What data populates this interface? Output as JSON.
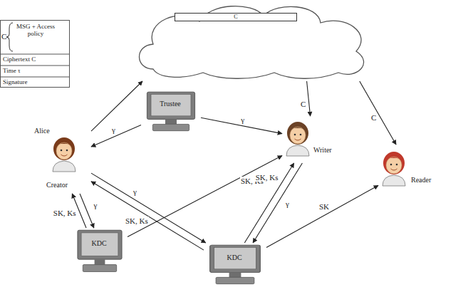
{
  "diagram": {
    "nodes": [
      {
        "text": [
          "C",
          "MSG + Access policy",
          "Ciphertext C",
          "Time τ",
          "Signature"
        ]
      },
      {
        "text": [
          "C"
        ]
      },
      {
        "text": [
          "Trustee"
        ]
      },
      {
        "text": [
          "Alice",
          "Creator"
        ]
      },
      {
        "text": [
          "Writer"
        ]
      },
      {
        "text": [
          "Reader"
        ]
      },
      {
        "text": [
          "KDC"
        ]
      },
      {
        "text": [
          "KDC"
        ]
      }
    ],
    "edges": [
      {
        "from": 3,
        "to": 1,
        "arrow": "to"
      },
      {
        "from": 1,
        "to": 4,
        "label": "C",
        "arrow": "to"
      },
      {
        "from": 1,
        "to": 5,
        "label": "C",
        "arrow": "to"
      },
      {
        "from": 2,
        "to": 3,
        "label": "γ",
        "arrow": "to"
      },
      {
        "from": 2,
        "to": 4,
        "label": "γ",
        "arrow": "to"
      },
      {
        "from": 3,
        "to": 6,
        "label": "γ",
        "arrow": "to"
      },
      {
        "from": 6,
        "to": 3,
        "label": "SK, Ks",
        "arrow": "to"
      },
      {
        "from": 3,
        "to": 7,
        "label": "γ",
        "arrow": "to"
      },
      {
        "from": 7,
        "to": 3,
        "label": "SK, Ks",
        "arrow": "to"
      },
      {
        "from": 6,
        "to": 4,
        "label": "SK, Ks",
        "arrow": "to"
      },
      {
        "from": 7,
        "to": 4,
        "label": "SK, Ks",
        "arrow": "to"
      },
      {
        "from": 4,
        "to": 7,
        "label": "γ",
        "arrow": "to"
      },
      {
        "from": 7,
        "to": 5,
        "label": "SK",
        "arrow": "to"
      }
    ]
  }
}
